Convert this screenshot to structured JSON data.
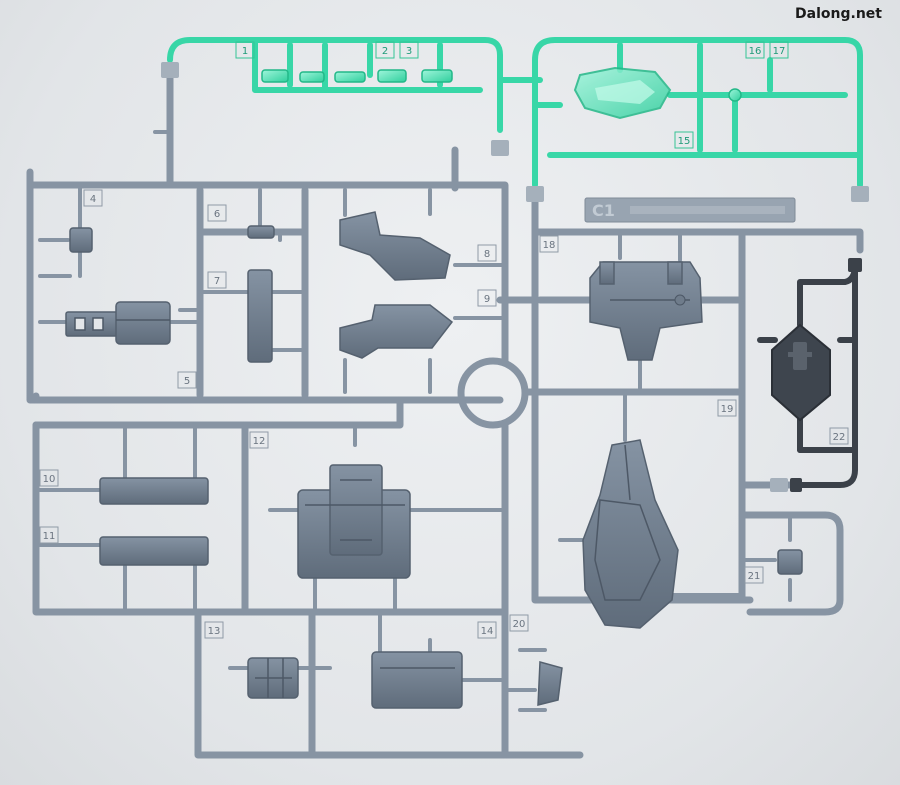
{
  "watermark": "Dalong.net",
  "plate_code": "C1",
  "colors": {
    "gray_runner": "#8794a3",
    "gray_part": "#6f7c8b",
    "clear_green": "#2fd6a4",
    "dark_runner": "#3b4149"
  },
  "gray_tags": [
    "4",
    "5",
    "6",
    "7",
    "8",
    "9",
    "10",
    "11",
    "12",
    "13",
    "14",
    "18",
    "19",
    "20",
    "21",
    "22"
  ],
  "clear_tags": [
    "1",
    "2",
    "3",
    "15",
    "16",
    "17"
  ]
}
